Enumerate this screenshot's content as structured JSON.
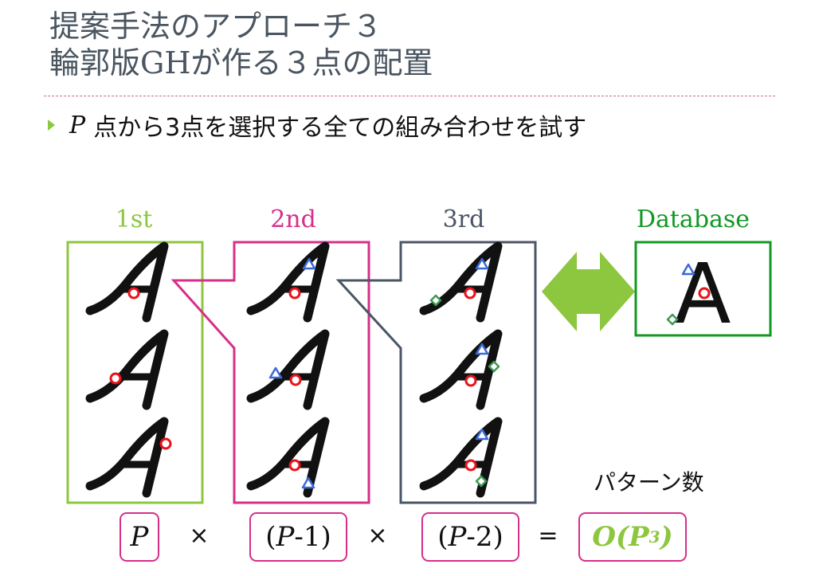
{
  "title": {
    "line1": "提案手法のアプローチ３",
    "line2": "輪郭版GHが作る３点の配置"
  },
  "bullet": {
    "variable": "P",
    "text": "点から3点を選択する全ての組み合わせを試す"
  },
  "columns": {
    "first": "1st",
    "second": "2nd",
    "third": "3rd",
    "database": "Database"
  },
  "patterns_label": "パターン数",
  "formula": {
    "term1_var": "P",
    "op1": "×",
    "term2_open": "(",
    "term2_var": "P",
    "term2_rest": "-1)",
    "op2": "×",
    "term3_open": "(",
    "term3_var": "P",
    "term3_rest": "-2)",
    "equals": "=",
    "result_prefix": "O(",
    "result_var": "P",
    "result_exp": "3",
    "result_suffix": ")"
  },
  "glyph_letter": "A",
  "colors": {
    "first": "#8dc63f",
    "second": "#d62f8a",
    "third": "#4a5566",
    "database": "#119922",
    "arrow": "#8dc63f",
    "point_circle": "#e8141b",
    "point_triangle": "#3a6ad6",
    "point_diamond": "#3d9a52",
    "title_text": "#4a5560"
  },
  "icons": {
    "bullet": "triangle-bullet-icon",
    "arrow": "double-arrow-icon"
  }
}
